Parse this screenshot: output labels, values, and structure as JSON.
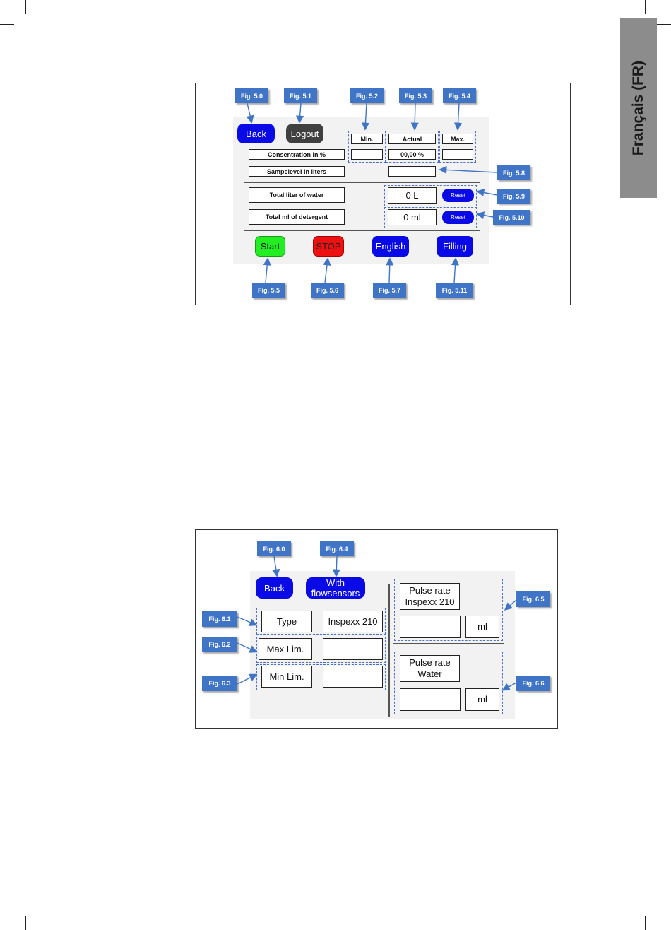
{
  "side_tab": {
    "label": "Français (FR)"
  },
  "screen1": {
    "back": "Back",
    "logout": "Logout",
    "min": "Min.",
    "actual": "Actual",
    "max": "Max.",
    "concentration_label": "Consentration in %",
    "concentration_actual": "00,00 %",
    "samplelevel_label": "Sampelevel in liters",
    "water_label": "Total liter of water",
    "water_value": "0 L",
    "detergent_label": "Total ml of detergent",
    "detergent_value": "0 ml",
    "reset": "Reset",
    "start": "Start",
    "stop": "STOP",
    "english": "English",
    "filling": "Filling",
    "colors": {
      "blue": "#0a0ae6",
      "green": "#22ee22",
      "red": "#ee1111",
      "gray": "#404040",
      "callout": "#3f74c7"
    },
    "callouts": {
      "f50": "Fig. 5.0",
      "f51": "Fig. 5.1",
      "f52": "Fig. 5.2",
      "f53": "Fig. 5.3",
      "f54": "Fig. 5.4",
      "f58": "Fig. 5.8",
      "f59": "Fig. 5.9",
      "f510": "Fig. 5.10",
      "f55": "Fig. 5.5",
      "f56": "Fig. 5.6",
      "f57": "Fig. 5.7",
      "f511": "Fig. 5.11"
    }
  },
  "screen2": {
    "back": "Back",
    "flowsensors": "With flowsensors",
    "type_label": "Type",
    "type_value": "Inspexx 210",
    "max_label": "Max Lim.",
    "min_label": "Min Lim.",
    "pulse_inspexx": "Pulse rate Inspexx 210",
    "pulse_water": "Pulse rate Water",
    "unit": "ml",
    "callouts": {
      "f60": "Fig. 6.0",
      "f64": "Fig. 6.4",
      "f61": "Fig. 6.1",
      "f62": "Fig. 6.2",
      "f63": "Fig. 6.3",
      "f65": "Fig. 6.5",
      "f66": "Fig. 6.6"
    }
  }
}
